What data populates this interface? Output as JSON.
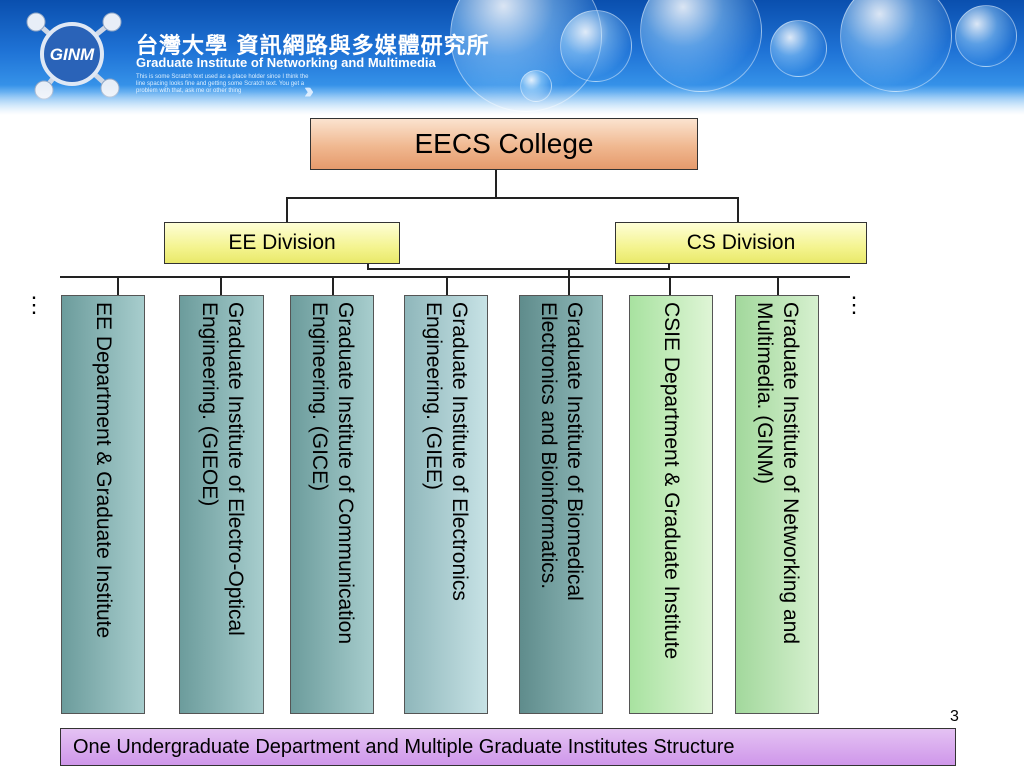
{
  "header": {
    "logo_text": "GINM",
    "title_cn": "台灣大學 資訊網路與多媒體研究所",
    "title_en": "Graduate Institute of Networking and Multimedia",
    "tagline": "This is some Scratch text used as a place holder since I think the line spacing looks fine and getting some Scratch text. You get a problem with that, ask me or other thing",
    "arrows": "›››"
  },
  "diagram": {
    "college": "EECS College",
    "divisions": {
      "ee": "EE Division",
      "cs": "CS Division"
    },
    "institutes": [
      {
        "name": "EE Department & Graduate Institute"
      },
      {
        "name": "Graduate Institute of Electro-Optical Engineering. (GIEOE)"
      },
      {
        "name": "Graduate Institute of Communication Engineering. (GICE)"
      },
      {
        "name": "Graduate Institute of Electronics Engineering. (GIEE)"
      },
      {
        "name": "Graduate Institute of Biomedical Electronics and Bioinformatics."
      },
      {
        "name": "CSIE Department & Graduate Institute"
      },
      {
        "name": "Graduate Institute of Networking and Multimedia. (GINM)"
      }
    ],
    "ellipsis_left": "⋮",
    "ellipsis_right": "⋮"
  },
  "footer": {
    "text": "One Undergraduate Department and Multiple Graduate Institutes Structure",
    "page_number": "3"
  },
  "colors": {
    "banner": "#1f73d6",
    "college": "#f0b890",
    "division": "#f4f490",
    "footer": "#d9a8ee"
  }
}
